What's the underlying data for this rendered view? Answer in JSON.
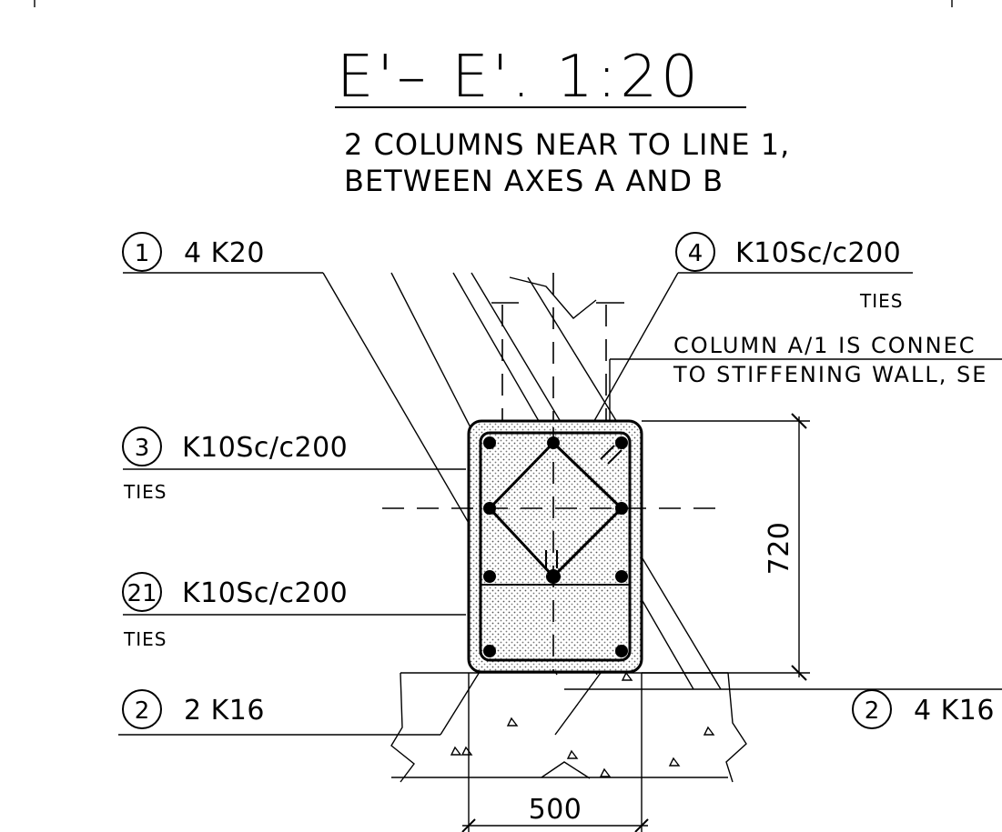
{
  "section_title": "E'– E'.  1:20",
  "subtitle_line1": "2 COLUMNS NEAR TO LINE 1,",
  "subtitle_line2": "BETWEEN AXES A AND B",
  "callouts": [
    {
      "number": "1",
      "text": "4 K20",
      "sub": ""
    },
    {
      "number": "4",
      "text": "K10Sc/c200",
      "sub": "TIES"
    },
    {
      "number": "3",
      "text": "K10Sc/c200",
      "sub": "TIES"
    },
    {
      "number": "21",
      "text": "K10Sc/c200",
      "sub": "TIES"
    },
    {
      "number": "2",
      "text": "2 K16",
      "sub": ""
    },
    {
      "number": "2",
      "text": "4 K16",
      "sub": ""
    }
  ],
  "note_line1": "COLUMN A/1 IS CONNEC",
  "note_line2": "TO STIFFENING WALL, SE",
  "dimensions": {
    "height": "720",
    "width": "500"
  }
}
